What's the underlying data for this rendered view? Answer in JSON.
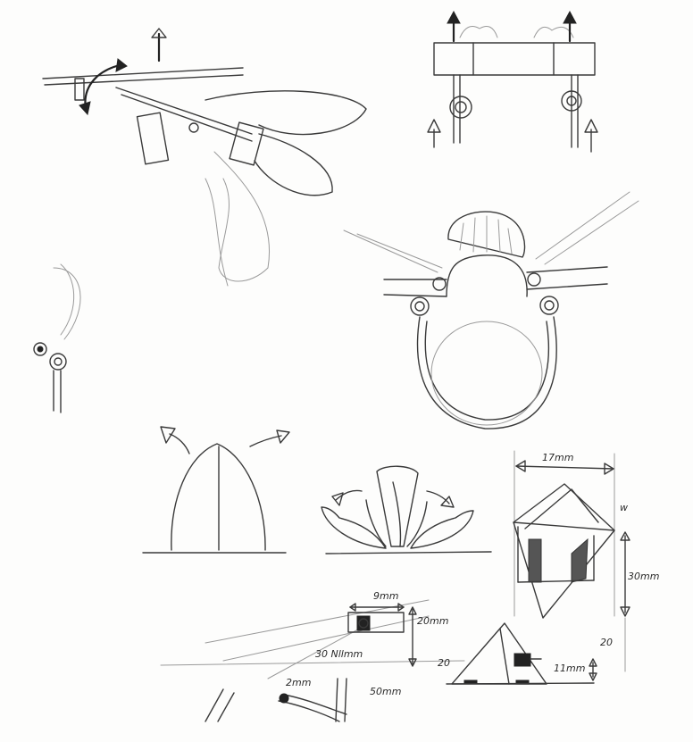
{
  "dimensions": {
    "width_label": "17mm",
    "height_label": "30mm",
    "pin_width_label": "9mm",
    "pin_height_label": "20mm",
    "pin_length_label": "30 Nllmm",
    "base_label": "20",
    "base_height_label": "11mm",
    "top_marker": "w",
    "side_marker": "20",
    "stem_label": "2mm",
    "stem_length_label": "50mm"
  }
}
